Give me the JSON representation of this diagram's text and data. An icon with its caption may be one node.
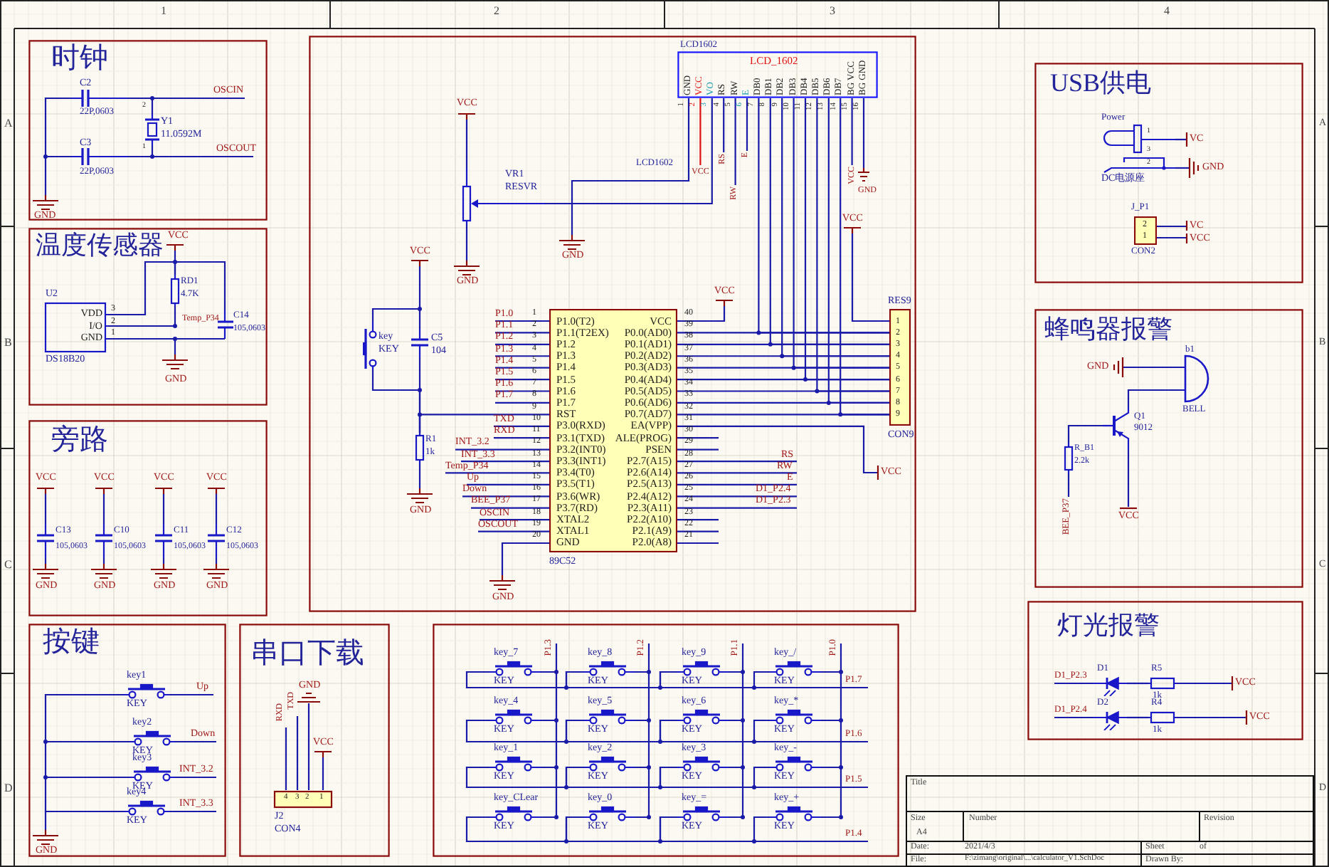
{
  "diagram": {
    "nodes": [
      {
        "text": [
          "时钟"
        ]
      },
      {
        "text": [
          "C2",
          "22P,0603"
        ],
        "in": 0
      },
      {
        "text": [
          "C3",
          "22P,0603"
        ],
        "in": 0
      },
      {
        "text": [
          "Y1",
          "11.0592M"
        ],
        "in": 0
      },
      {
        "text": [
          "温度传感器"
        ]
      },
      {
        "text": [
          "VDD",
          "I/O",
          "GND"
        ],
        "beside": [
          "U2",
          "DS18B20",
          "3",
          "2",
          "1"
        ],
        "in": 4
      },
      {
        "text": [
          "RD1",
          "4.7K"
        ],
        "in": 4
      },
      {
        "text": [
          "C14",
          "105,0603"
        ],
        "in": 4
      },
      {
        "text": [
          "旁路"
        ]
      },
      {
        "text": [
          "C13",
          "105,0603"
        ],
        "in": 8
      },
      {
        "text": [
          "C10",
          "105,0603"
        ],
        "in": 8
      },
      {
        "text": [
          "C11",
          "105,0603"
        ],
        "in": 8
      },
      {
        "text": [
          "C12",
          "105,0603"
        ],
        "in": 8
      },
      {
        "text": [
          "按键"
        ]
      },
      {
        "text": [
          "key1",
          "KEY"
        ],
        "in": 13
      },
      {
        "text": [
          "key2",
          "KEY"
        ],
        "in": 13
      },
      {
        "text": [
          "key3",
          "KEY"
        ],
        "in": 13
      },
      {
        "text": [
          "key4",
          "KEY"
        ],
        "in": 13
      },
      {
        "text": [
          "串口下载"
        ]
      },
      {
        "text": [
          "4",
          "3",
          "2",
          "1"
        ],
        "beside": [
          "J2",
          "CON4"
        ],
        "in": 18
      },
      {
        "text": [],
        "shape": "box"
      },
      {
        "text": [
          "P1.0(T2)",
          "P1.1(T2EX)",
          "P1.2",
          "P1.3",
          "P1.4",
          "P1.5",
          "P1.6",
          "P1.7",
          "RST",
          "P3.0(RXD)",
          "P3.1(TXD)",
          "P3.2(INT0)",
          "P3.3(INT1)",
          "P3.4(T0)",
          "P3.5(T1)",
          "P3.6(WR)",
          "P3.7(RD)",
          "XTAL2",
          "XTAL1",
          "GND",
          "VCC",
          "P0.0(AD0)",
          "P0.1(AD1)",
          "P0.2(AD2)",
          "P0.3(AD3)",
          "P0.4(AD4)",
          "P0.5(AD5)",
          "P0.6(AD6)",
          "P0.7(AD7)",
          "EA(VPP)",
          "ALE(PROG)",
          "PSEN",
          "P2.7(A15)",
          "P2.6(A14)",
          "P2.5(A13)",
          "P2.4(A12)",
          "P2.3(A11)",
          "P2.2(A10)",
          "P2.1(A9)",
          "P2.0(A8)"
        ],
        "beside": [
          "89C52"
        ],
        "in": 20
      },
      {
        "text": [
          "LCD_1602",
          "GND",
          "VCC",
          "VO",
          "RS",
          "RW",
          "E",
          "DB0",
          "DB1",
          "DB2",
          "DB3",
          "DB4",
          "DB5",
          "DB6",
          "DB7",
          "BG VCC",
          "BG GND"
        ],
        "beside": [
          "LCD1602",
          "1",
          "2",
          "3",
          "4",
          "5",
          "6",
          "7",
          "8",
          "9",
          "10",
          "11",
          "12",
          "13",
          "14",
          "15",
          "16"
        ],
        "in": 20
      },
      {
        "text": [
          "VR1",
          "RESVR"
        ],
        "in": 20
      },
      {
        "text": [
          "key",
          "KEY"
        ],
        "in": 20
      },
      {
        "text": [
          "C5",
          "104"
        ],
        "in": 20
      },
      {
        "text": [
          "R1",
          "1k"
        ],
        "in": 20
      },
      {
        "text": [
          "1",
          "2",
          "3",
          "4",
          "5",
          "6",
          "7",
          "8",
          "9"
        ],
        "beside": [
          "RES9",
          "CON9"
        ],
        "in": 20
      },
      {
        "text": [],
        "shape": "box"
      },
      {
        "text": [
          "key_7",
          "KEY"
        ],
        "in": 28
      },
      {
        "text": [
          "key_8",
          "KEY"
        ],
        "in": 28
      },
      {
        "text": [
          "key_9",
          "KEY"
        ],
        "in": 28
      },
      {
        "text": [
          "key_/",
          "KEY"
        ],
        "in": 28
      },
      {
        "text": [
          "key_4",
          "KEY"
        ],
        "in": 28
      },
      {
        "text": [
          "key_5",
          "KEY"
        ],
        "in": 28
      },
      {
        "text": [
          "key_6",
          "KEY"
        ],
        "in": 28
      },
      {
        "text": [
          "key_*",
          "KEY"
        ],
        "in": 28
      },
      {
        "text": [
          "key_1",
          "KEY"
        ],
        "in": 28
      },
      {
        "text": [
          "key_2",
          "KEY"
        ],
        "in": 28
      },
      {
        "text": [
          "key_3",
          "KEY"
        ],
        "in": 28
      },
      {
        "text": [
          "key_-",
          "KEY"
        ],
        "in": 28
      },
      {
        "text": [
          "key_CLear",
          "KEY"
        ],
        "in": 28
      },
      {
        "text": [
          "key_0",
          "KEY"
        ],
        "in": 28
      },
      {
        "text": [
          "key_=",
          "KEY"
        ],
        "in": 28
      },
      {
        "text": [
          "key_+",
          "KEY"
        ],
        "in": 28
      },
      {
        "text": [
          "USB供电"
        ]
      },
      {
        "text": [
          "Power",
          "DC电源座"
        ],
        "in": 45
      },
      {
        "text": [
          "2",
          "1"
        ],
        "beside": [
          "J_P1",
          "CON2"
        ],
        "in": 45
      },
      {
        "text": [
          "蜂鸣器报警"
        ]
      },
      {
        "text": [
          "b1",
          "BELL"
        ],
        "in": 48
      },
      {
        "text": [
          "Q1",
          "9012"
        ],
        "in": 48
      },
      {
        "text": [
          "R_B1",
          "2.2k"
        ],
        "in": 48
      },
      {
        "text": [
          "灯光报警"
        ]
      },
      {
        "text": [
          "D1"
        ],
        "in": 52
      },
      {
        "text": [
          "R5",
          "1k"
        ],
        "in": 52
      },
      {
        "text": [
          "D2"
        ],
        "in": 52
      },
      {
        "text": [
          "R4",
          "1k"
        ],
        "in": 52
      }
    ],
    "edges": [
      {
        "from": 1,
        "to": 3,
        "arrow": "none"
      },
      {
        "from": 2,
        "to": 3,
        "arrow": "none"
      },
      {
        "from": 1,
        "to": 2,
        "arrow": "none"
      },
      {
        "from": 5,
        "to": 6,
        "arrow": "none"
      },
      {
        "from": 5,
        "to": 6,
        "arrow": "none"
      },
      {
        "from": 6,
        "to": 7,
        "arrow": "none"
      },
      {
        "from": 5,
        "to": 7,
        "arrow": "none"
      },
      {
        "from": 14,
        "to": 15,
        "arrow": "none"
      },
      {
        "from": 15,
        "to": 16,
        "arrow": "none"
      },
      {
        "from": 16,
        "to": 17,
        "arrow": "none"
      },
      {
        "from": 23,
        "to": 22,
        "arrow": "none"
      },
      {
        "from": 22,
        "to": 27,
        "arrow": "none"
      },
      {
        "from": 22,
        "to": 27,
        "arrow": "none"
      },
      {
        "from": 22,
        "to": 27,
        "arrow": "none"
      },
      {
        "from": 22,
        "to": 27,
        "arrow": "none"
      },
      {
        "from": 22,
        "to": 27,
        "arrow": "none"
      },
      {
        "from": 22,
        "to": 27,
        "arrow": "none"
      },
      {
        "from": 22,
        "to": 27,
        "arrow": "none"
      },
      {
        "from": 22,
        "to": 27,
        "arrow": "none"
      },
      {
        "from": 21,
        "to": 27,
        "arrow": "none"
      },
      {
        "from": 21,
        "to": 27,
        "arrow": "none"
      },
      {
        "from": 21,
        "to": 27,
        "arrow": "none"
      },
      {
        "from": 21,
        "to": 27,
        "arrow": "none"
      },
      {
        "from": 21,
        "to": 27,
        "arrow": "none"
      },
      {
        "from": 21,
        "to": 27,
        "arrow": "none"
      },
      {
        "from": 21,
        "to": 27,
        "arrow": "none"
      },
      {
        "from": 21,
        "to": 27,
        "arrow": "none"
      },
      {
        "from": 24,
        "to": 25,
        "arrow": "none"
      },
      {
        "from": 25,
        "to": 26,
        "arrow": "none"
      },
      {
        "from": 26,
        "to": 21,
        "arrow": "none"
      },
      {
        "from": 24,
        "to": 26,
        "arrow": "none"
      },
      {
        "from": 50,
        "to": 49,
        "arrow": "none"
      },
      {
        "from": 50,
        "to": 51,
        "arrow": "none"
      },
      {
        "from": 53,
        "to": 54,
        "arrow": "none"
      },
      {
        "from": 55,
        "to": 56,
        "arrow": "none"
      },
      {
        "from": 29,
        "to": 30,
        "arrow": "none"
      },
      {
        "from": 30,
        "to": 31,
        "arrow": "none"
      },
      {
        "from": 31,
        "to": 32,
        "arrow": "none"
      },
      {
        "from": 33,
        "to": 34,
        "arrow": "none"
      },
      {
        "from": 34,
        "to": 35,
        "arrow": "none"
      },
      {
        "from": 35,
        "to": 36,
        "arrow": "none"
      },
      {
        "from": 37,
        "to": 38,
        "arrow": "none"
      },
      {
        "from": 38,
        "to": 39,
        "arrow": "none"
      },
      {
        "from": 39,
        "to": 40,
        "arrow": "none"
      },
      {
        "from": 41,
        "to": 42,
        "arrow": "none"
      },
      {
        "from": 42,
        "to": 43,
        "arrow": "none"
      },
      {
        "from": 43,
        "to": 44,
        "arrow": "none"
      },
      {
        "from": 29,
        "to": 33,
        "arrow": "none"
      },
      {
        "from": 33,
        "to": 37,
        "arrow": "none"
      },
      {
        "from": 37,
        "to": 41,
        "arrow": "none"
      },
      {
        "from": 30,
        "to": 34,
        "arrow": "none"
      },
      {
        "from": 34,
        "to": 38,
        "arrow": "none"
      },
      {
        "from": 38,
        "to": 42,
        "arrow": "none"
      },
      {
        "from": 31,
        "to": 35,
        "arrow": "none"
      },
      {
        "from": 35,
        "to": 39,
        "arrow": "none"
      },
      {
        "from": 39,
        "to": 43,
        "arrow": "none"
      },
      {
        "from": 32,
        "to": 36,
        "arrow": "none"
      },
      {
        "from": 36,
        "to": 40,
        "arrow": "none"
      },
      {
        "from": 40,
        "to": 44,
        "arrow": "none"
      }
    ],
    "labels": [
      "1",
      "2",
      "3",
      "4",
      "A",
      "B",
      "C",
      "D",
      "A",
      "B",
      "C",
      "D",
      "OSCIN",
      "OSCOUT",
      "GND",
      "2",
      "1",
      "VCC",
      "Temp_P34",
      "GND",
      "VCC",
      "VCC",
      "VCC",
      "VCC",
      "GND",
      "GND",
      "GND",
      "GND",
      "Up",
      "Down",
      "INT_3.2",
      "INT_3.3",
      "GND",
      "RXD",
      "TXD",
      "GND",
      "VCC",
      "VCC",
      "GND",
      "GND",
      "VCC",
      "GND",
      "VCC",
      "GND",
      "VCC",
      "LCD1602",
      "VCC",
      "RS",
      "E",
      "RW",
      "VCC",
      "GND",
      "VCC",
      "P1.0",
      "P1.1",
      "P1.2",
      "P1.3",
      "P1.4",
      "P1.5",
      "P1.6",
      "P1.7",
      "TXD",
      "RXD",
      "INT_3.2",
      "INT_3.3",
      "Temp_P34",
      "Up",
      "Down",
      "BEE_P37",
      "OSCIN",
      "OSCOUT",
      "RS",
      "RW",
      "E",
      "D1_P2.4",
      "D1_P2.3",
      "1",
      "2",
      "3",
      "4",
      "5",
      "6",
      "7",
      "8",
      "9",
      "10",
      "11",
      "12",
      "13",
      "14",
      "15",
      "16",
      "17",
      "18",
      "19",
      "20",
      "40",
      "39",
      "38",
      "37",
      "36",
      "35",
      "34",
      "33",
      "32",
      "31",
      "30",
      "29",
      "28",
      "27",
      "26",
      "25",
      "24",
      "23",
      "22",
      "21",
      "P1.3",
      "P1.2",
      "P1.1",
      "P1.0",
      "P1.7",
      "P1.6",
      "P1.5",
      "P1.4",
      "1",
      "3",
      "2",
      "VC",
      "GND",
      "VC",
      "VCC",
      "GND",
      "BEE_P37",
      "VCC",
      "D1_P2.3",
      "VCC",
      "D1_P2.4",
      "VCC",
      "Title",
      "Size",
      "A4",
      "Number",
      "Revision",
      "Date:",
      "2021/4/3",
      "Sheet",
      "of",
      "File:",
      "F:\\zimang\\original\\...\\calculator_V1.SchDoc",
      "Drawn By:"
    ]
  }
}
